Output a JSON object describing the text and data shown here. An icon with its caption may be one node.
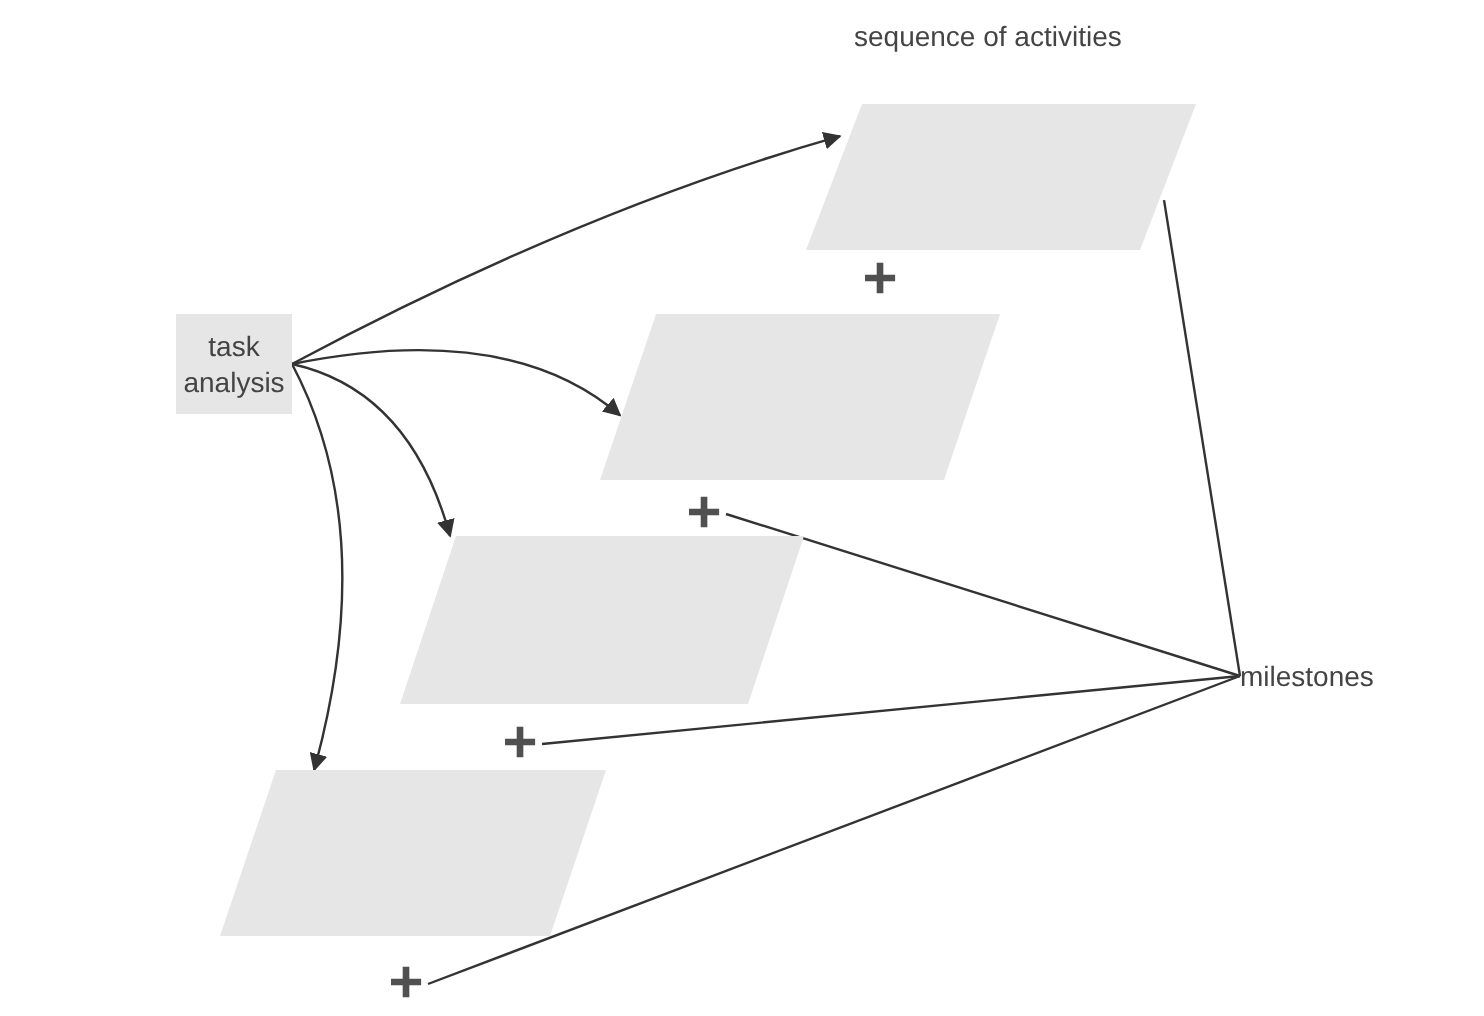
{
  "diagram": {
    "nodes": [
      {
        "text": [
          "task analysis"
        ]
      },
      {
        "text": [],
        "shape": "parallelogram"
      },
      {
        "text": [
          "+"
        ]
      },
      {
        "text": [],
        "shape": "parallelogram"
      },
      {
        "text": [
          "+"
        ]
      },
      {
        "text": [],
        "shape": "parallelogram"
      },
      {
        "text": [
          "+"
        ]
      },
      {
        "text": [],
        "shape": "parallelogram"
      },
      {
        "text": [
          "+"
        ]
      },
      {
        "text": [
          "milestones"
        ]
      }
    ],
    "edges": [
      {
        "from": 0,
        "to": 1,
        "arrow": "to"
      },
      {
        "from": 0,
        "to": 3,
        "arrow": "to"
      },
      {
        "from": 0,
        "to": 5,
        "arrow": "to"
      },
      {
        "from": 0,
        "to": 7,
        "arrow": "to"
      },
      {
        "from": 9,
        "to": 1,
        "arrow": "none"
      },
      {
        "from": 9,
        "to": 4,
        "arrow": "none"
      },
      {
        "from": 9,
        "to": 6,
        "arrow": "none"
      },
      {
        "from": 9,
        "to": 8,
        "arrow": "none"
      }
    ],
    "labels": [
      "sequence of activities"
    ]
  }
}
